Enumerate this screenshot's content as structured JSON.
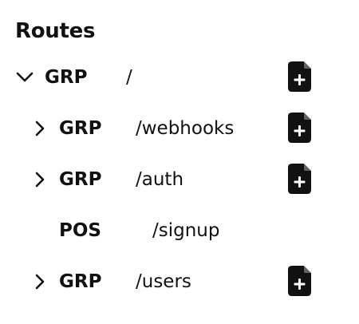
{
  "title": "Routes",
  "routes": [
    {
      "method": "GRP",
      "path": "/",
      "expanded": true,
      "chevron_icon": "chevron-down-icon",
      "add_icon": "file-plus-icon"
    },
    {
      "method": "GRP",
      "path": "/webhooks",
      "expanded": false,
      "chevron_icon": "chevron-right-icon",
      "add_icon": "file-plus-icon"
    },
    {
      "method": "GRP",
      "path": "/auth",
      "expanded": false,
      "chevron_icon": "chevron-right-icon",
      "add_icon": "file-plus-icon"
    },
    {
      "method": "POS",
      "path": "/signup"
    },
    {
      "method": "GRP",
      "path": "/users",
      "expanded": false,
      "chevron_icon": "chevron-right-icon",
      "add_icon": "file-plus-icon"
    }
  ],
  "colors": {
    "text": "#111111",
    "icon_fill": "#111111",
    "background": "#ffffff"
  }
}
